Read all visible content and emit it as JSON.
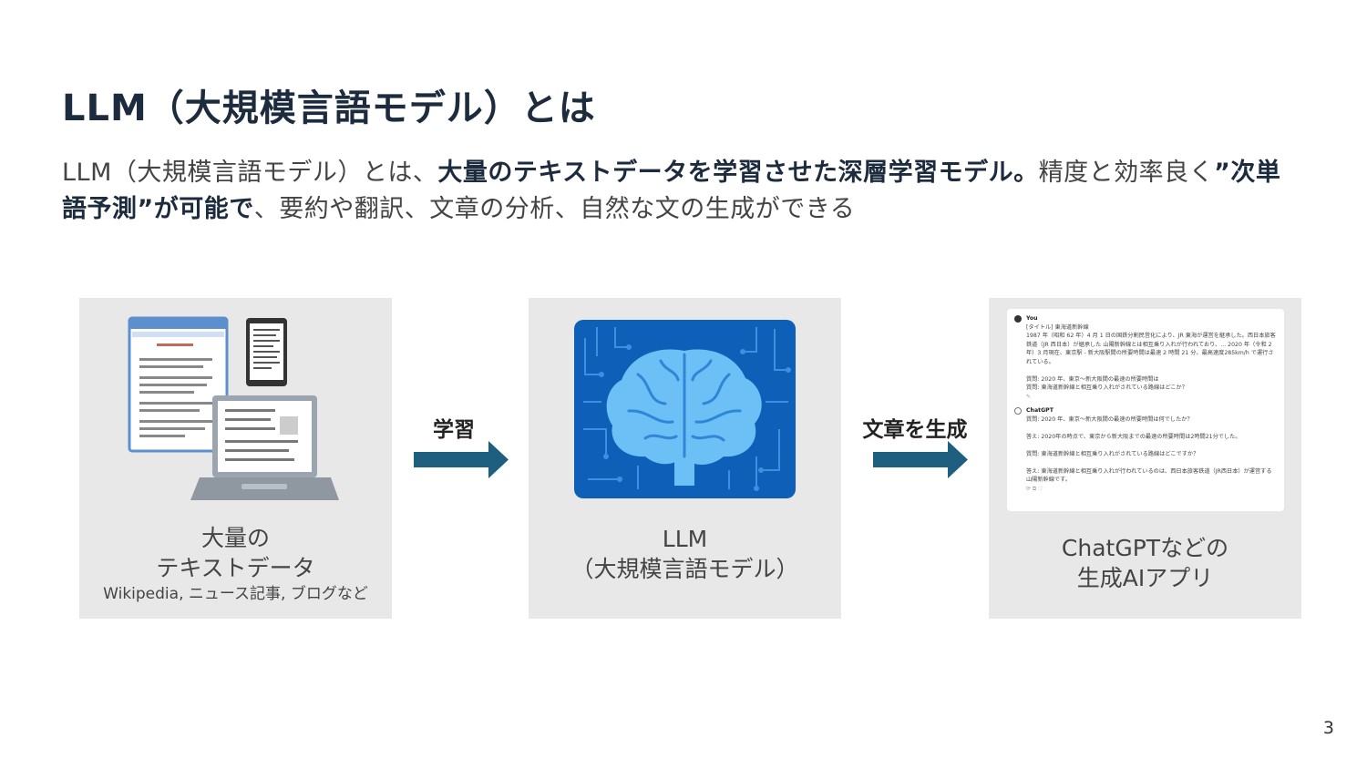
{
  "slide": {
    "title": "LLM（大規模言語モデル）とは",
    "desc_part1": "LLM（大規模言語モデル）とは、",
    "desc_bold1": "大量のテキストデータを学習させた深層学習モデル。",
    "desc_part2": "精度と効率良く",
    "desc_bold2": "”次単語予測”が可能で",
    "desc_part3": "、要約や翻訳、文章の分析、自然な文の生成ができる",
    "page_number": "3"
  },
  "flow": {
    "step1": {
      "line1": "大量の",
      "line2": "テキストデータ",
      "sub": "Wikipedia, ニュース記事, ブログなど"
    },
    "arrow1": "学習",
    "step2": {
      "line1": "LLM",
      "line2": "（大規模言語モデル）"
    },
    "arrow2": "文章を生成",
    "step3": {
      "line1": "ChatGPTなどの",
      "line2": "生成AIアプリ"
    }
  },
  "chat": {
    "user_name": "You",
    "user_text": "[タイトル] 東海道新幹線\n1987 年（昭和 62 年）4 月 1 日の国鉄分割民営化により、JR 東海が運営を継承した。西日本旅客鉄道（JR 西日本）が継承した 山陽新幹線とは相互乗り入れが行われており、... 2020 年（令和 2 年）3 月現在、東京駅 - 新大阪駅間の所要時間は最速 2 時間 21 分、最高速度285km/h で運行されている。\n\n質問: 2020 年、東京〜新大阪間の最速の所要時間は\n質問: 東海道新幹線と相互乗り入れがされている路線はどこか？",
    "bot_name": "ChatGPT",
    "bot_text": "質問: 2020 年、東京〜新大阪間の最速の所要時間は何でしたか？\n\n答え: 2020年の時点で、東京から新大阪までの最速の所要時間は2時間21分でした。\n\n質問: 東海道新幹線と相互乗り入れがされている路線はどこですか？\n\n答え: 東海道新幹線と相互乗り入れが行われているのは、西日本旅客鉄道（JR西日本）が運営する山陽新幹線です。",
    "edit_icon": "✎",
    "reaction_icons": "⟳ ⧉ ♡"
  },
  "colors": {
    "title": "#1c2b3d",
    "arrow": "#1e5f7f",
    "panel": "#e8e8e8",
    "brain_bg": "#0d5fb8",
    "brain": "#6cc0f5"
  }
}
